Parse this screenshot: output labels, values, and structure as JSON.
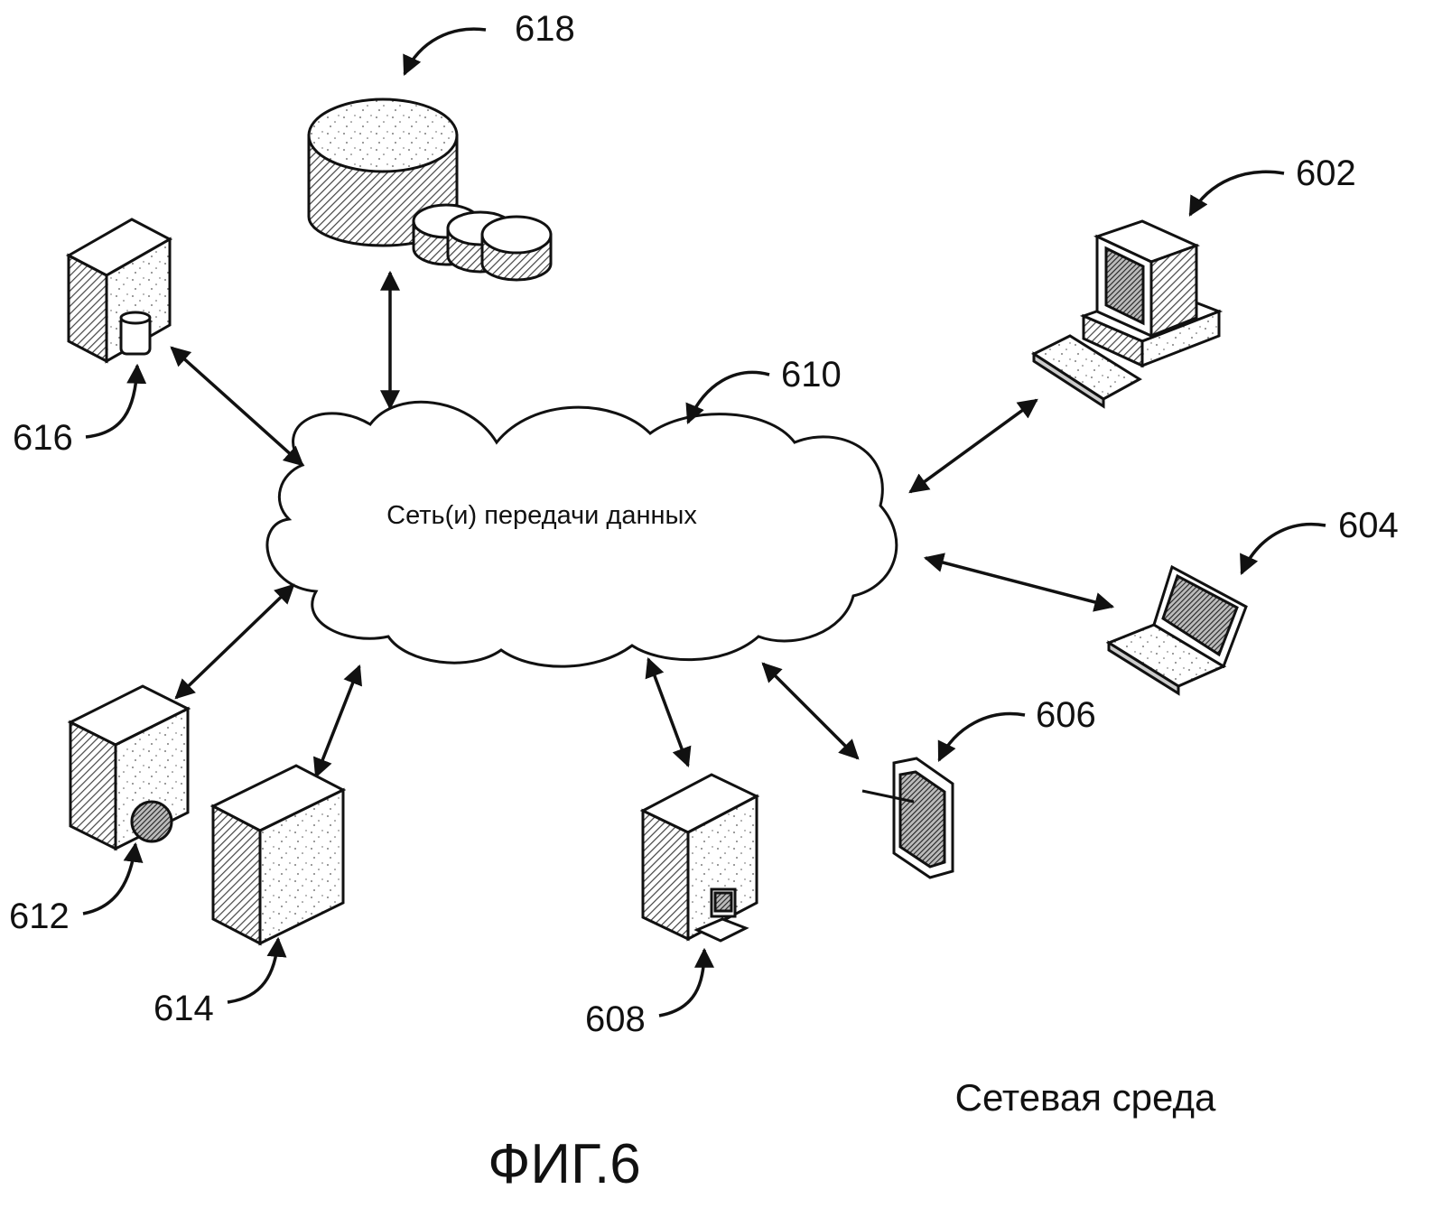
{
  "network": {
    "label": "Сеть(и) передачи данных",
    "ref": "610"
  },
  "devices": {
    "desktop": {
      "ref": "602",
      "icon": "desktop-computer-icon"
    },
    "laptop": {
      "ref": "604",
      "icon": "laptop-icon"
    },
    "mobile": {
      "ref": "606",
      "icon": "mobile-device-icon"
    },
    "client_server": {
      "ref": "608",
      "icon": "server-with-workstation-icon"
    },
    "server_612": {
      "ref": "612",
      "icon": "server-with-disc-icon"
    },
    "server_614": {
      "ref": "614",
      "icon": "server-icon"
    },
    "server_616": {
      "ref": "616",
      "icon": "server-with-database-icon"
    },
    "data_store": {
      "ref": "618",
      "icon": "database-storage-icon"
    }
  },
  "caption": "Сетевая среда",
  "figure_label": "ФИГ.6",
  "colors": {
    "ink": "#111111",
    "background": "#ffffff"
  }
}
